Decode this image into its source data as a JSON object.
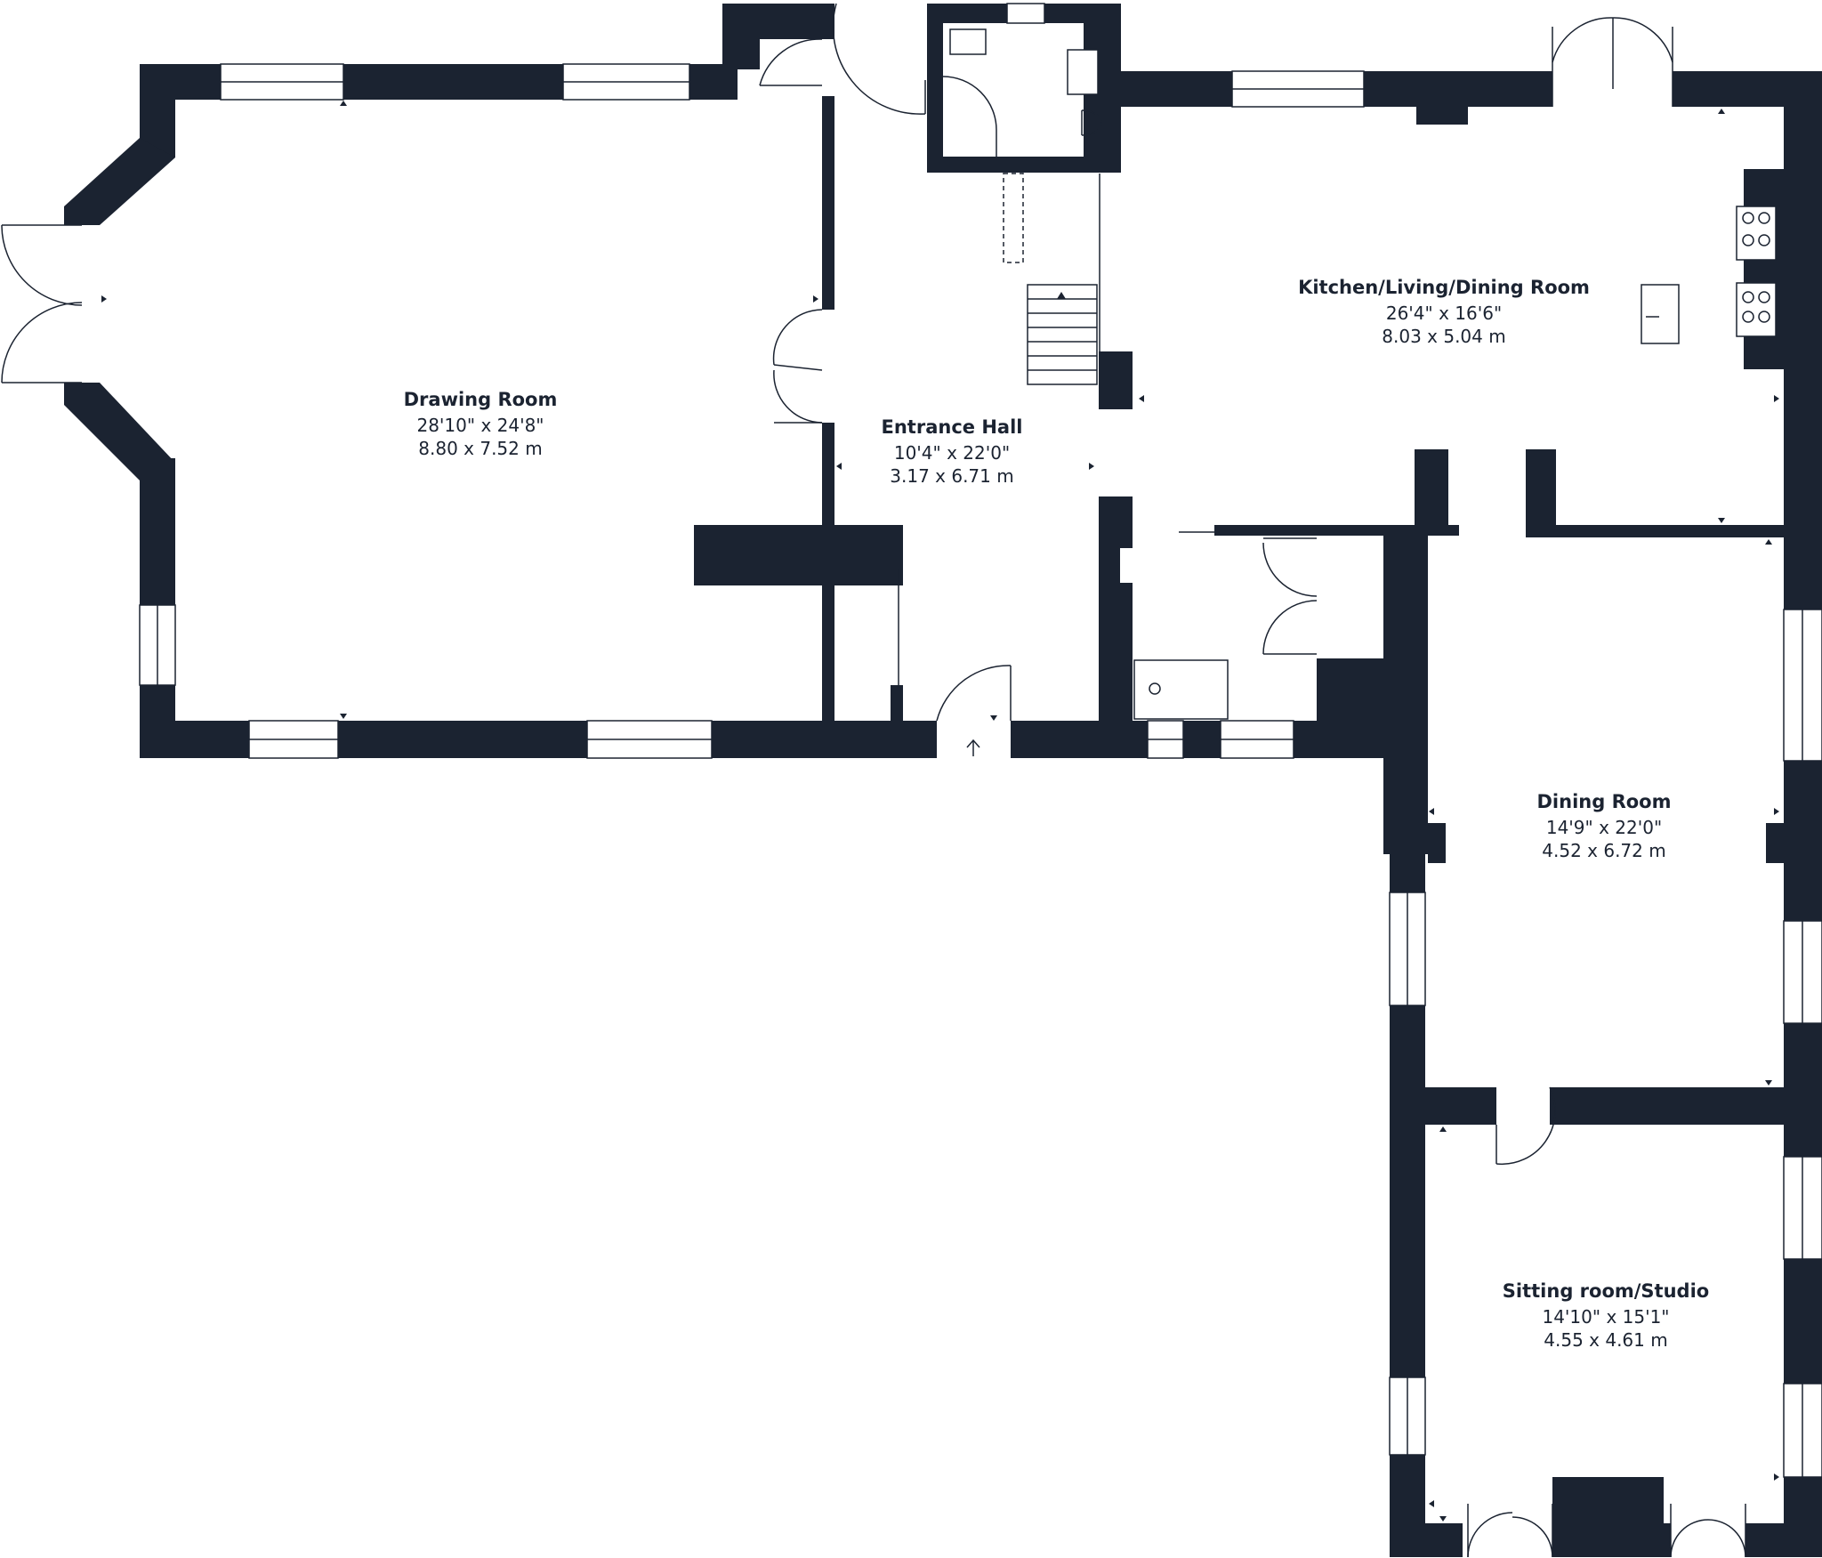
{
  "rooms": {
    "drawing_room": {
      "name": "Drawing Room",
      "imperial": "28'10\" x 24'8\"",
      "metric": "8.80 x 7.52 m"
    },
    "entrance_hall": {
      "name": "Entrance Hall",
      "imperial": "10'4\" x 22'0\"",
      "metric": "3.17 x 6.71 m"
    },
    "kitchen": {
      "name": "Kitchen/Living/Dining Room",
      "imperial": "26'4\" x 16'6\"",
      "metric": "8.03 x 5.04 m"
    },
    "dining_room": {
      "name": "Dining Room",
      "imperial": "14'9\" x 22'0\"",
      "metric": "4.52 x 6.72 m"
    },
    "sitting_room": {
      "name": "Sitting room/Studio",
      "imperial": "14'10\" x 15'1\"",
      "metric": "4.55 x 4.61 m"
    }
  },
  "colors": {
    "wall": "#1b2331",
    "background": "#ffffff"
  },
  "icons": {
    "entrance": "entrance-arrow-icon"
  }
}
